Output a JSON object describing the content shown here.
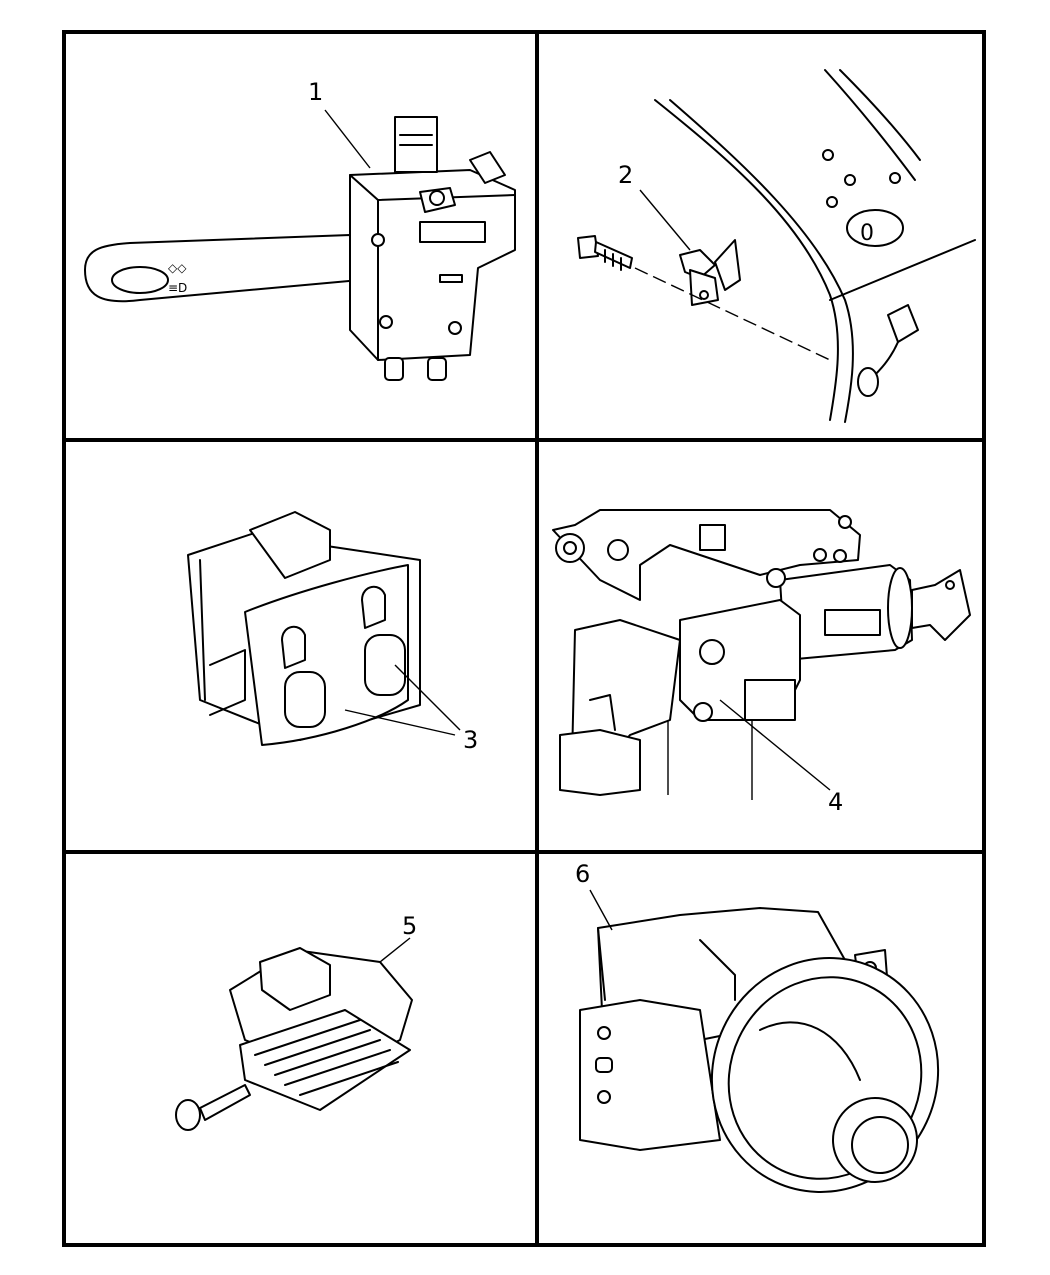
{
  "callouts": [
    "1",
    "2",
    "3",
    "4",
    "5",
    "6"
  ]
}
